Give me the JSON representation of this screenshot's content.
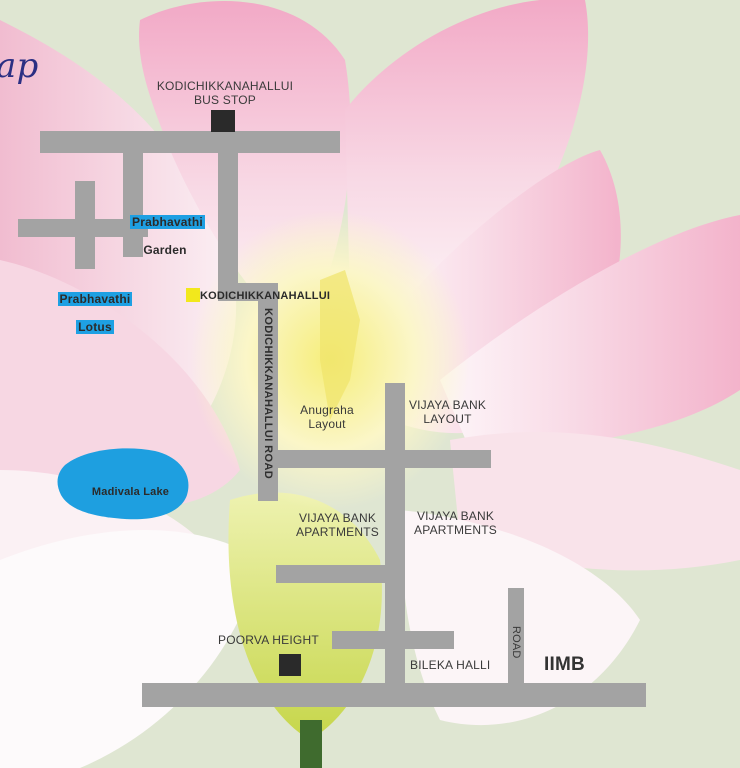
{
  "map": {
    "corner_script": "ap",
    "colors": {
      "background": "#dfe6d2",
      "road": "#a3a3a3",
      "lake": "#1e9fe0",
      "marker": "#2a2a2a",
      "highlight_blue": "#1ea0e3",
      "highlight_yellow": "#f2e81c",
      "petal_pink": "#f3c3d6",
      "petal_white": "#fbf4f6",
      "stem_green": "#3f6b2e"
    },
    "labels": {
      "bus_stop": "KODICHIKKANAHALLUI\nBUS STOP",
      "prabhavathi_garden_1": "Prabhavathi",
      "prabhavathi_garden_2": "Garden",
      "prabhavathi_lotus_1": "Prabhavathi",
      "prabhavathi_lotus_2": "Lotus",
      "kodichikkanahallui": "KODICHIKKANAHALLUI",
      "kodichikkanahallui_road": "KODICHIKKANAHALLUI ROAD",
      "anugraha_layout": "Anugraha\nLayout",
      "vijaya_bank_layout": "VIJAYA BANK\nLAYOUT",
      "madivala_lake": "Madivala Lake",
      "vijaya_bank_apartments_left": "VIJAYA BANK\nAPARTMENTS",
      "vijaya_bank_apartments_right": "VIJAYA BANK\nAPARTMENTS",
      "poorva_height": "POORVA HEIGHT",
      "bileka_halli": "BILEKA HALLI",
      "road": "ROAD",
      "iimb": "IIMB"
    }
  }
}
